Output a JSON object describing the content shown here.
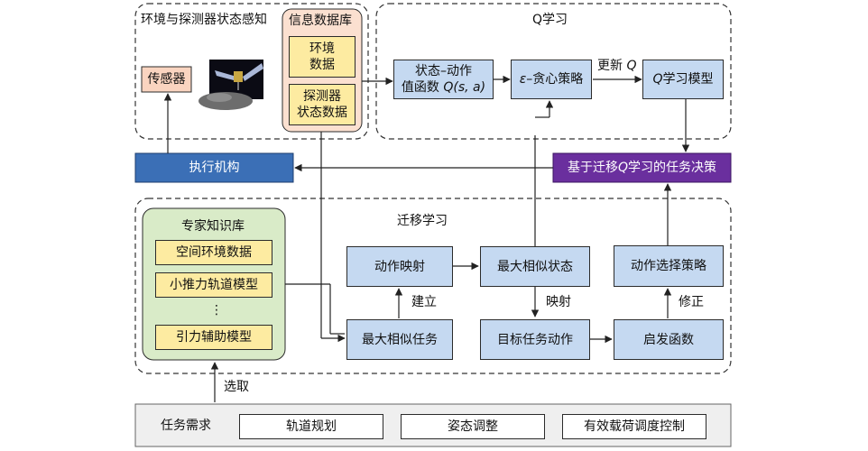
{
  "regions": {
    "env": "环境与探测器状态感知",
    "q": "Q学习",
    "transfer": "迁移学习"
  },
  "nodes": {
    "sensor": "传感器",
    "info_db": "信息数据库",
    "env_data_l1": "环境",
    "env_data_l2": "数据",
    "probe_data_l1": "探测器",
    "probe_data_l2": "状态数据",
    "state_action_l1": "状态–动作",
    "state_action_l2a": "值函数 ",
    "state_action_l2b": "Q",
    "state_action_l2c": "(s, a)",
    "eps_a": "ε",
    "eps_b": "–贪心策略",
    "qmodel_a": "Q",
    "qmodel_b": " 学习模型",
    "decision_a": "基于迁移 ",
    "decision_b": "Q",
    "decision_c": " 学习的任务决策",
    "actuator": "执行机构",
    "expert_kb": "专家知识库",
    "space_env": "空间环境数据",
    "thrust_traj": "小推力轨道模型",
    "ellipsis": "⋮",
    "gravity": "引力辅助模型",
    "action_map": "动作映射",
    "max_sim_state": "最大相似状态",
    "action_select": "动作选择策略",
    "max_sim_task": "最大相似任务",
    "target_action": "目标任务动作",
    "heuristic": "启发函数"
  },
  "edge_labels": {
    "update_a": "更新 ",
    "update_b": "Q",
    "build": "建立",
    "map": "映射",
    "correct": "修正",
    "select": "选取"
  },
  "task": {
    "label": "任务需求",
    "items": [
      "轨道规划",
      "姿态调整",
      "有效载荷调度控制"
    ]
  },
  "colors": {
    "blue_box": "#c5d9f1",
    "yellow_box": "#fdeba1",
    "sensor_box": "#fad4c0",
    "info_db_box": "#fbe0d0",
    "expert_kb_box": "#d9ebc8",
    "actuator_box": "#3b6fb6",
    "decision_box": "#6a2f9e",
    "task_bar": "#efefef"
  }
}
